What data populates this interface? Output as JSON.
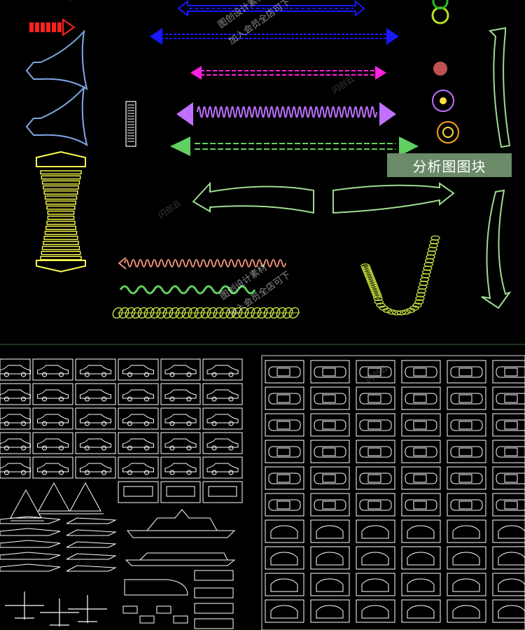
{
  "label": "分析图图块",
  "watermarks": {
    "top": [
      "图创设计素材",
      "加入会员全店可下"
    ],
    "mid": [
      "图创设计素材",
      "加入会员全店可下"
    ],
    "faint": [
      "闪创云",
      "闪创云",
      "闪创云"
    ]
  },
  "colors": {
    "background": "#000000",
    "label_bg": "#6b8a68",
    "red": "#ff2020",
    "blue": "#1818ff",
    "magenta": "#ff20e0",
    "purple": "#c070ff",
    "green": "#60d060",
    "pale_green": "#9fdc8f",
    "light_blue": "#7fa8e6",
    "yellow": "#ffff50",
    "salmon": "#ff9a80",
    "yellow_green": "#c8e040",
    "lines": "#ffffff",
    "divider": "#446644"
  },
  "icons": [
    "arrow-icon",
    "spiral-marker-icon",
    "spring-icon",
    "car-block-icon",
    "ship-block-icon",
    "aircraft-block-icon"
  ]
}
